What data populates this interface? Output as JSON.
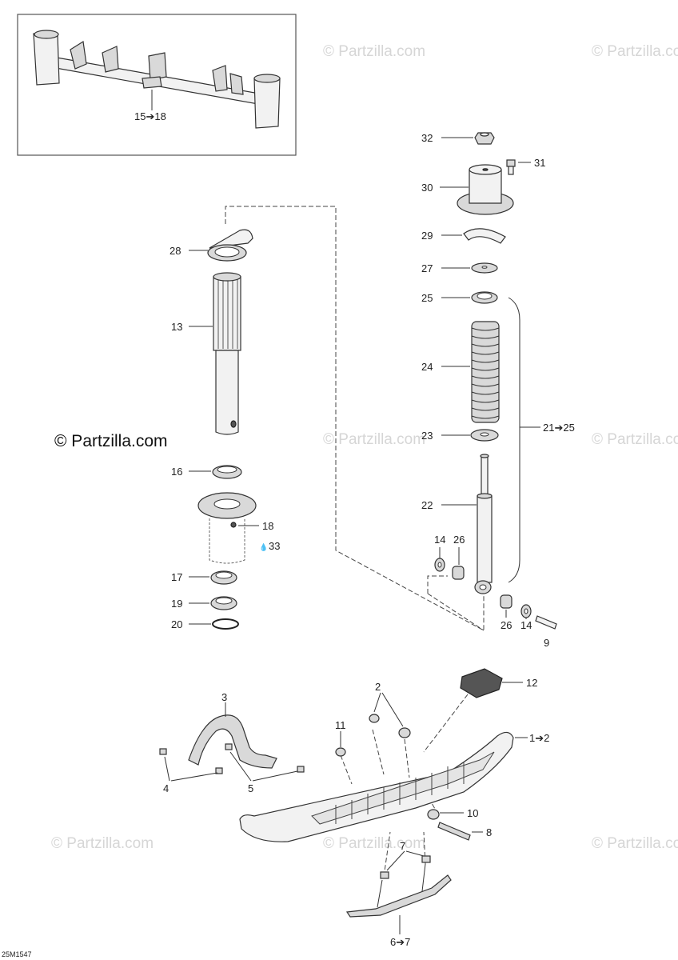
{
  "labels": {
    "l32": "32",
    "l31": "31",
    "l30": "30",
    "l29": "29",
    "l27": "27",
    "l25": "25",
    "l24": "24",
    "l23": "23",
    "l22": "22",
    "l21_25": "21➔25",
    "l14a": "14",
    "l26a": "26",
    "l26b": "26",
    "l14b": "14",
    "l9": "9",
    "l28": "28",
    "l13": "13",
    "l16": "16",
    "l18": "18",
    "l33": "33",
    "l17": "17",
    "l19": "19",
    "l20": "20",
    "l15_18": "15➔18",
    "l12": "12",
    "l2": "2",
    "l3": "3",
    "l11": "11",
    "l1_2": "1➔2",
    "l4": "4",
    "l5": "5",
    "l10": "10",
    "l8": "8",
    "l7": "7",
    "l6_7": "6➔7"
  },
  "drop_symbol": "💧",
  "watermark_text": "© Partzilla.com",
  "watermark_main": "© Partzilla.com",
  "drawing_code": "25M1547"
}
